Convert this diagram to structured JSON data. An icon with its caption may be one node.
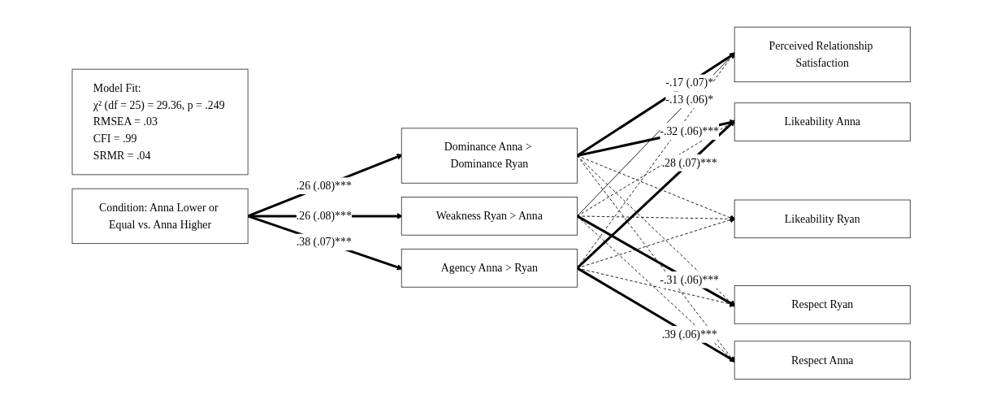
{
  "diagram": {
    "nodes": [
      {
        "text": [
          "Model Fit:",
          "χ² (df = 25) = 29.36, p = .249",
          "RMSEA = .03",
          "CFI = .99",
          "SRMR = .04"
        ]
      },
      {
        "text": [
          "Condition: Anna Lower or Equal vs. Anna Higher"
        ]
      },
      {
        "text": [
          "Dominance Anna > Dominance Ryan"
        ]
      },
      {
        "text": [
          "Weakness Ryan > Anna"
        ]
      },
      {
        "text": [
          "Agency Anna > Ryan"
        ]
      },
      {
        "text": [
          "Perceived Relationship Satisfaction"
        ]
      },
      {
        "text": [
          "Likeability Anna"
        ]
      },
      {
        "text": [
          "Likeability Ryan"
        ]
      },
      {
        "text": [
          "Respect Ryan"
        ]
      },
      {
        "text": [
          "Respect Anna"
        ]
      }
    ],
    "edges": [
      {
        "from": 1,
        "to": 2,
        "arrow": "to",
        "label": ".26 (.08)***",
        "style": "thick"
      },
      {
        "from": 1,
        "to": 3,
        "arrow": "to",
        "label": ".26 (.08)***",
        "style": "thick"
      },
      {
        "from": 1,
        "to": 4,
        "arrow": "to",
        "label": ".38 (.07)***",
        "style": "thick"
      },
      {
        "from": 2,
        "to": 5,
        "arrow": "to",
        "label": "-.17 (.07)*",
        "style": "thick"
      },
      {
        "from": 2,
        "to": 6,
        "arrow": "to",
        "label": "-.32 (.06)***",
        "style": "thick"
      },
      {
        "from": 2,
        "to": 7,
        "arrow": "to",
        "style": "dashed"
      },
      {
        "from": 2,
        "to": 8,
        "arrow": "to",
        "style": "dashed"
      },
      {
        "from": 2,
        "to": 9,
        "arrow": "to",
        "style": "dashed"
      },
      {
        "from": 3,
        "to": 5,
        "arrow": "to",
        "label": "-.13 (.06)*"
      },
      {
        "from": 3,
        "to": 6,
        "arrow": "to",
        "style": "dashed"
      },
      {
        "from": 3,
        "to": 7,
        "arrow": "to",
        "style": "dashed"
      },
      {
        "from": 3,
        "to": 8,
        "arrow": "to",
        "label": "-.31 (.06)***",
        "style": "thick"
      },
      {
        "from": 3,
        "to": 9,
        "arrow": "to",
        "style": "dashed"
      },
      {
        "from": 4,
        "to": 5,
        "arrow": "to",
        "style": "dashed"
      },
      {
        "from": 4,
        "to": 6,
        "arrow": "to",
        "label": ".28 (.07)***",
        "style": "thick"
      },
      {
        "from": 4,
        "to": 7,
        "arrow": "to",
        "style": "dashed"
      },
      {
        "from": 4,
        "to": 8,
        "arrow": "to",
        "style": "dashed"
      },
      {
        "from": 4,
        "to": 9,
        "arrow": "to",
        "label": ".39 (.06)***",
        "style": "thick"
      }
    ]
  }
}
